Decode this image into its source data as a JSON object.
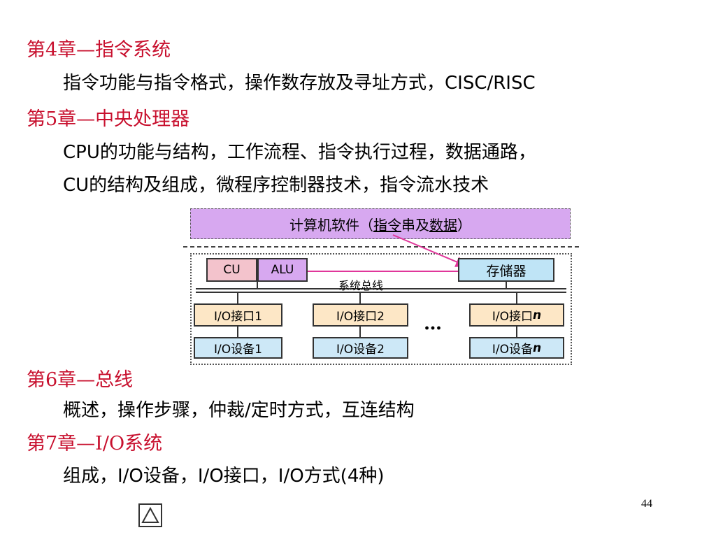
{
  "chapters": [
    {
      "heading": "第4章—指令系统",
      "lines": [
        "指令功能与指令格式，操作数存放及寻址方式，CISC/RISC"
      ]
    },
    {
      "heading": "第5章—中央处理器",
      "lines": [
        "CPU的功能与结构，工作流程、指令执行过程，数据通路，",
        "CU的结构及组成，微程序控制器技术，指令流水技术"
      ]
    },
    {
      "heading": "第6章—总线",
      "lines": [
        "概述，操作步骤，仲裁/定时方式，互连结构"
      ]
    },
    {
      "heading": "第7章—I/O系统",
      "lines": [
        "组成，I/O设备，I/O接口，I/O方式(4种)"
      ]
    }
  ],
  "diagram": {
    "software_prefix": "计算机软件（",
    "software_u1": "指令",
    "software_mid": "串及",
    "software_u2": "数据",
    "software_suffix": "）",
    "cu": "CU",
    "alu": "ALU",
    "memory": "存储器",
    "bus": "系统总线",
    "interfaces": [
      "I/O接口1",
      "I/O接口2"
    ],
    "interface_n_prefix": "I/O接口",
    "devices": [
      "I/O设备1",
      "I/O设备2"
    ],
    "device_n_prefix": "I/O设备",
    "n": "n",
    "ellipsis": "…"
  },
  "page_number": "44",
  "colors": {
    "heading": "#c8102e",
    "arrow": "#e0369a"
  },
  "nav_icon": "triangle-up-icon"
}
